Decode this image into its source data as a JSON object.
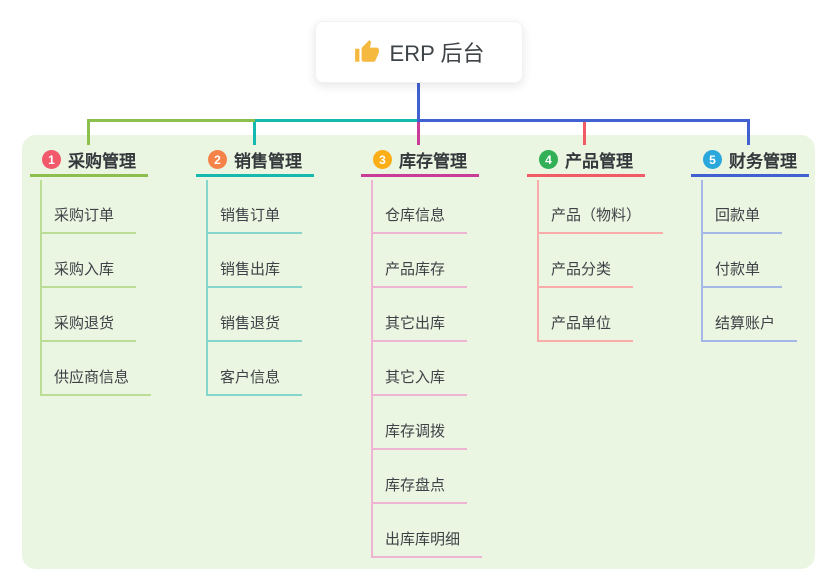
{
  "root": {
    "title": "ERP 后台",
    "icon": "thumbs-up-icon",
    "icon_color": "#F6B940"
  },
  "panel": {
    "background": "#EAF6E2"
  },
  "connectors": {
    "stem_color": "#4161D3",
    "bus_segment_colors": [
      "#8CBF4D",
      "#15B9AE",
      "#4161D3"
    ]
  },
  "branches": [
    {
      "badge": "1",
      "label": "采购管理",
      "badge_color": "#F2596B",
      "line_color": "#8CBF4D",
      "subline_color": "#BCDD95",
      "items": [
        "采购订单",
        "采购入库",
        "采购退货",
        "供应商信息"
      ]
    },
    {
      "badge": "2",
      "label": "销售管理",
      "badge_color": "#F58349",
      "line_color": "#15B9AE",
      "subline_color": "#86D6CE",
      "items": [
        "销售订单",
        "销售出库",
        "销售退货",
        "客户信息"
      ]
    },
    {
      "badge": "3",
      "label": "库存管理",
      "badge_color": "#FBAE17",
      "line_color": "#C93C97",
      "subline_color": "#EFB3D4",
      "items": [
        "仓库信息",
        "产品库存",
        "其它出库",
        "其它入库",
        "库存调拨",
        "库存盘点",
        "出库库明细"
      ]
    },
    {
      "badge": "4",
      "label": "产品管理",
      "badge_color": "#31B057",
      "line_color": "#F15B65",
      "subline_color": "#F9ACA9",
      "items": [
        "产品（物料）",
        "产品分类",
        "产品单位"
      ]
    },
    {
      "badge": "5",
      "label": "财务管理",
      "badge_color": "#2AA8DC",
      "line_color": "#4161D3",
      "subline_color": "#A4B8E6",
      "items": [
        "回款单",
        "付款单",
        "结算账户"
      ]
    }
  ]
}
